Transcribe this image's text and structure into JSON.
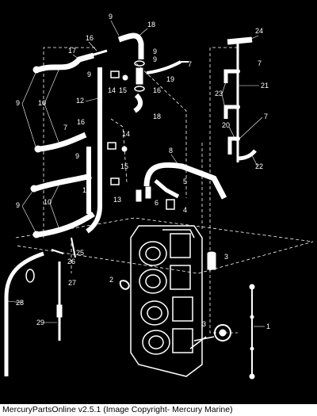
{
  "footer": {
    "caption": "MercuryPartsOnline v2.5.1 (Image Copyright- Mercury Marine)"
  },
  "callouts": {
    "n1": "1",
    "n2": "2",
    "n3a": "3",
    "n3b": "3",
    "n4": "4",
    "n5": "5",
    "n6": "6",
    "n7a": "7",
    "n7b": "7",
    "n7c": "7",
    "n7d": "7",
    "n8": "8",
    "n9a": "9",
    "n9b": "9",
    "n9c": "9",
    "n9d": "9",
    "n9e": "9",
    "n9f": "9",
    "n9g": "9",
    "n10a": "10",
    "n10b": "10",
    "n11": "11",
    "n12": "12",
    "n13": "13",
    "n14a": "14",
    "n14b": "14",
    "n15a": "15",
    "n15b": "15",
    "n16a": "16",
    "n16b": "16",
    "n16c": "16",
    "n17": "17",
    "n18a": "18",
    "n18b": "18",
    "n19": "19",
    "n20": "20",
    "n21": "21",
    "n22": "22",
    "n23": "23",
    "n24": "24",
    "n25": "25",
    "n26": "26",
    "n27": "27",
    "n28": "28",
    "n29": "29"
  }
}
